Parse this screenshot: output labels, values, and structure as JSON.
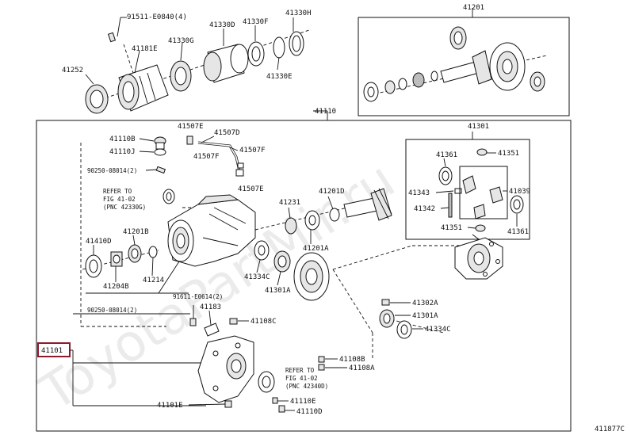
{
  "watermark": "ToyotaPartMir.ru",
  "diagram_id": "411877C",
  "highlighted_part": "41101",
  "labels": {
    "p91511_e0840": "91511-E0840(4)",
    "p41181e": "41181E",
    "p41330g": "41330G",
    "p41330d": "41330D",
    "p41330f": "41330F",
    "p41330h": "41330H",
    "p41330e": "41330E",
    "p41252": "41252",
    "p41201_top": "41201",
    "p41110": "41110",
    "p41110b": "41110B",
    "p41110j": "41110J",
    "p41507e_a": "41507E",
    "p41507d": "41507D",
    "p41507f_a": "41507F",
    "p41507f_b": "41507F",
    "p41507e_b": "41507E",
    "p90250_a": "90250-08014(2)",
    "p41410d": "41410D",
    "p41201b": "41201B",
    "p41204b": "41204B",
    "p41214": "41214",
    "p41231": "41231",
    "p41201d": "41201D",
    "p41201a": "41201A",
    "p41334c_a": "41334C",
    "p41301a_a": "41301A",
    "p41301": "41301",
    "p41361_a": "41361",
    "p41351_a": "41351",
    "p41343": "41343",
    "p41039": "41039",
    "p41342": "41342",
    "p41351_b": "41351",
    "p41361_b": "41361",
    "p91611": "91611-E0614(2)",
    "p41183": "41183",
    "p90250_b": "90250-08014(2)",
    "p41108c": "41108C",
    "p41302a": "41302A",
    "p41301a_b": "41301A",
    "p41334c_b": "41334C",
    "p41101": "41101",
    "p41108b": "41108B",
    "p41108a": "41108A",
    "p41101e": "41101E",
    "p41110e": "41110E",
    "p41110d": "41110D"
  },
  "notes": {
    "refer1": [
      "REFER TO",
      "FIG 41-02",
      "(PNC 42330G)"
    ],
    "refer2": [
      "REFER TO",
      "FIG 41-02",
      "(PNC 42340D)"
    ]
  }
}
